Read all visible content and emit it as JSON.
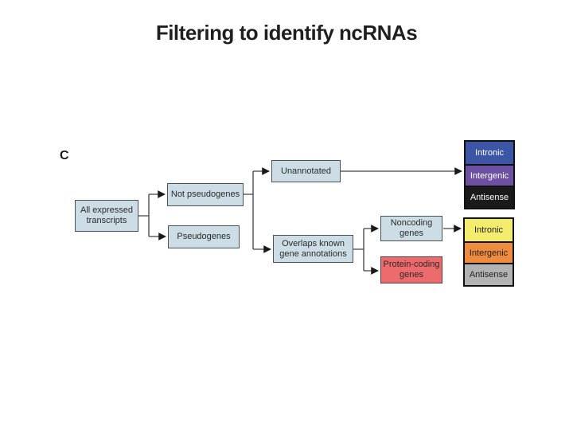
{
  "slide": {
    "title": "Filtering to identify ncRNAs",
    "panel_label": "C"
  },
  "diagram": {
    "type": "flowchart",
    "nodes": {
      "all_expressed": {
        "label": "All expressed transcripts",
        "fill": "#ccdde6"
      },
      "not_pseudogenes": {
        "label": "Not pseudogenes",
        "fill": "#ccdde6"
      },
      "pseudogenes": {
        "label": "Pseudogenes",
        "fill": "#ccdde6"
      },
      "unannotated": {
        "label": "Unannotated",
        "fill": "#ccdde6"
      },
      "overlaps_known": {
        "label": "Overlaps known gene annotations",
        "fill": "#ccdde6"
      },
      "noncoding": {
        "label": "Noncoding genes",
        "fill": "#ccdde6"
      },
      "protein_coding": {
        "label": "Protein-coding genes",
        "fill": "#ed6a6d"
      }
    },
    "edges": [
      "All expressed transcripts -> Not pseudogenes",
      "All expressed transcripts -> Pseudogenes",
      "Not pseudogenes -> Unannotated",
      "Not pseudogenes -> Overlaps known gene annotations",
      "Unannotated -> Intronic/Intergenic/Antisense (dark stack)",
      "Overlaps known gene annotations -> Noncoding genes",
      "Overlaps known gene annotations -> Protein-coding genes",
      "Noncoding genes -> Intronic/Intergenic/Antisense (light stack)"
    ],
    "unannotated_outcomes": [
      {
        "label": "Intronic",
        "color": "#3c55a4",
        "text_color": "#ffffff"
      },
      {
        "label": "Intergenic",
        "color": "#6e50a2",
        "text_color": "#ffffff"
      },
      {
        "label": "Antisense",
        "color": "#1a1a1a",
        "text_color": "#ffffff"
      }
    ],
    "noncoding_outcomes": [
      {
        "label": "Intronic",
        "color": "#f3ec6d",
        "text_color": "#222222"
      },
      {
        "label": "Intergenic",
        "color": "#ef8b3e",
        "text_color": "#222222"
      },
      {
        "label": "Antisense",
        "color": "#b3b3b3",
        "text_color": "#222222"
      }
    ],
    "line_color": "#404040"
  }
}
